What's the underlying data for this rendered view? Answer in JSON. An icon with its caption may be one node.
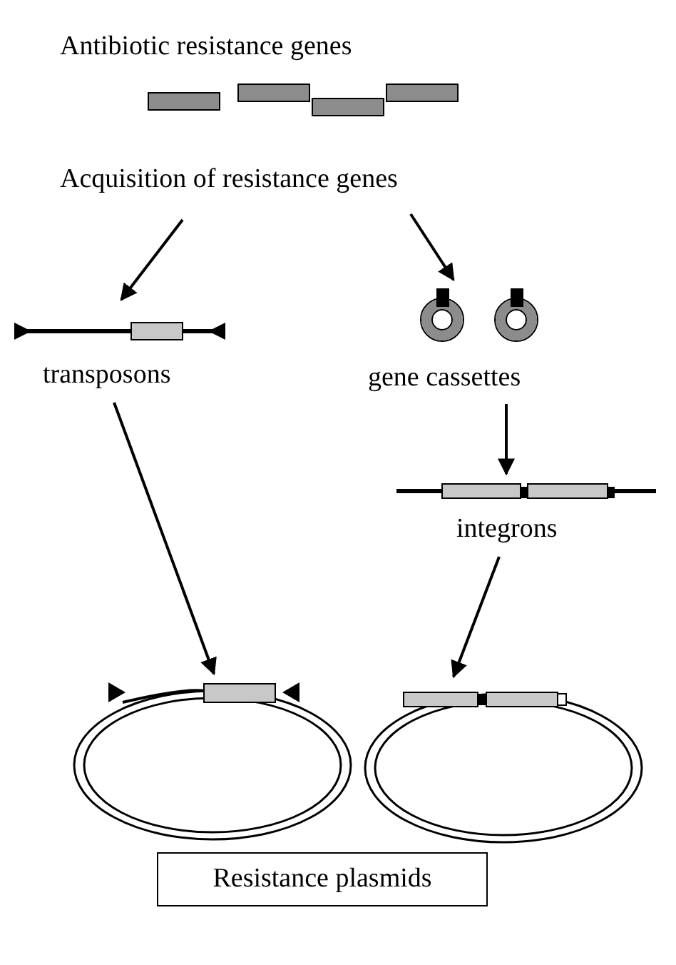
{
  "diagram": {
    "nodes": [
      {
        "text": [
          "Acquisition of resistance genes"
        ]
      },
      {
        "text": [
          "transposons"
        ]
      },
      {
        "text": [
          "gene cassettes"
        ]
      },
      {
        "text": [
          "integrons"
        ]
      },
      {
        "text": [],
        "shape": "picture"
      },
      {
        "text": [],
        "shape": "picture"
      },
      {
        "text": [
          "Resistance plasmids"
        ]
      }
    ],
    "edges": [
      {
        "from": 0,
        "to": 1,
        "arrow": "to"
      },
      {
        "from": 0,
        "to": 2,
        "arrow": "to"
      },
      {
        "from": 1,
        "to": 4,
        "arrow": "to"
      },
      {
        "from": 2,
        "to": 3,
        "arrow": "to"
      },
      {
        "from": 3,
        "to": 5,
        "arrow": "to"
      }
    ],
    "labels": [
      "Antibiotic resistance genes"
    ]
  }
}
